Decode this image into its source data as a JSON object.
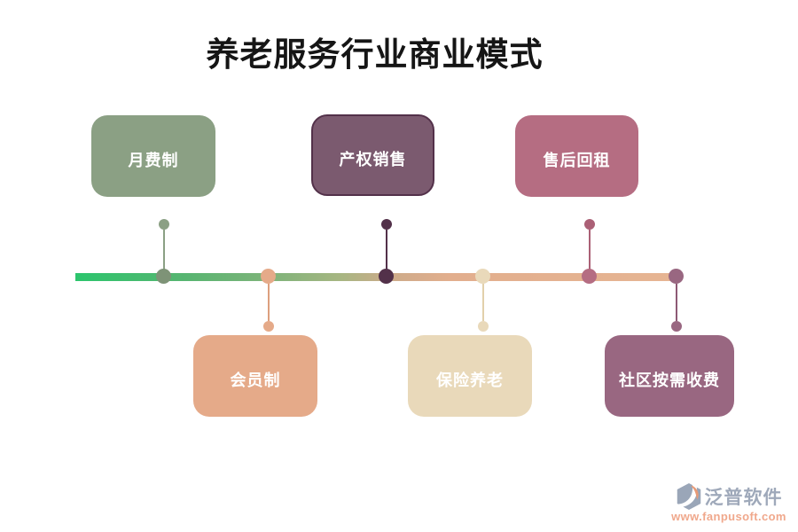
{
  "page": {
    "title": "养老服务行业商业模式",
    "title_color": "#151515",
    "background": "#ffffff"
  },
  "timeline": {
    "gradient_css": "linear-gradient(90deg, #2cc56d 0%, #57b571 18%, #84b47b 34%, #a7b682 44%, #ccab8a 52%, #e2ae8d 62%, #e6b593 100%)",
    "start_color": "#2cc56d",
    "end_color": "#e6b593"
  },
  "nodes": [
    {
      "label": "月费制",
      "side": "top",
      "color": "#8ba084",
      "border_color": "#7e9377",
      "text_color": "#ffffff"
    },
    {
      "label": "会员制",
      "side": "bottom",
      "color": "#e5aa89",
      "border_color": "#dd9f7e",
      "text_color": "#ffffff"
    },
    {
      "label": "产权销售",
      "side": "top",
      "color": "#7b5a6f",
      "border_color": "#53314a",
      "text_color": "#ffffff"
    },
    {
      "label": "保险养老",
      "side": "bottom",
      "color": "#e9d9ba",
      "border_color": "#e2d0ab",
      "text_color": "#ffffff"
    },
    {
      "label": "售后回租",
      "side": "top",
      "color": "#b56d82",
      "border_color": "#ab6076",
      "text_color": "#ffffff"
    },
    {
      "label": "社区按需收费",
      "side": "bottom",
      "color": "#996781",
      "border_color": "#8d5a75",
      "text_color": "#ffffff"
    }
  ],
  "watermark": {
    "brand": "泛普软件",
    "url": "www.fanpusoft.com",
    "brand_color": "#9fa9ba",
    "url_color": "#f0a88c",
    "icon_gray": "#9aa6b8",
    "icon_orange": "#e89a76"
  }
}
